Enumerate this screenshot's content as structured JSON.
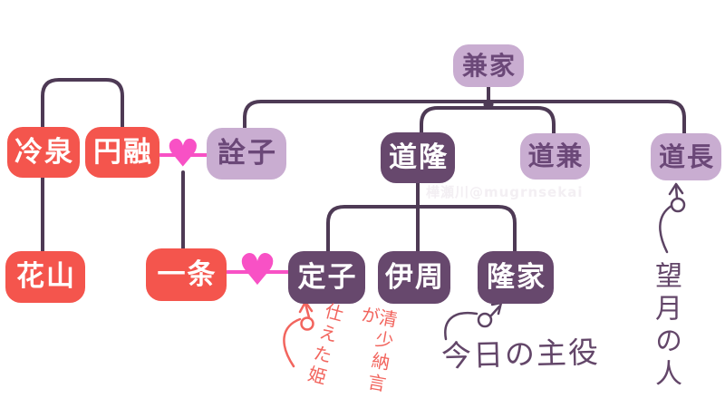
{
  "watermark": "樺瀬川@mugrnsekai",
  "colors": {
    "red_box": "#F4554D",
    "lavender_box": "#C9ADD1",
    "plum_box": "#67486D",
    "connector_line": "#4E3A55",
    "heart_pink": "#F851C5",
    "red_note": "#F2655E",
    "purple_note": "#634669"
  },
  "nodes": {
    "kaneie": {
      "label": "兼家"
    },
    "reizei": {
      "label": "冷泉"
    },
    "enyu": {
      "label": "円融"
    },
    "senshi": {
      "label": "詮子"
    },
    "michitaka": {
      "label": "道隆"
    },
    "michikane": {
      "label": "道兼"
    },
    "michinaga": {
      "label": "道長"
    },
    "kazan": {
      "label": "花山"
    },
    "ichijo": {
      "label": "一条"
    },
    "teishi": {
      "label": "定子"
    },
    "korechika": {
      "label": "伊周"
    },
    "takaie": {
      "label": "隆家"
    }
  },
  "hearts": {
    "glyph": "♥"
  },
  "annotations": {
    "sei_shonagon_right": "清少納言が",
    "sei_shonagon_left": "仕えた姫",
    "today_star": "今日の主役",
    "mochizuki": "望月の人"
  }
}
